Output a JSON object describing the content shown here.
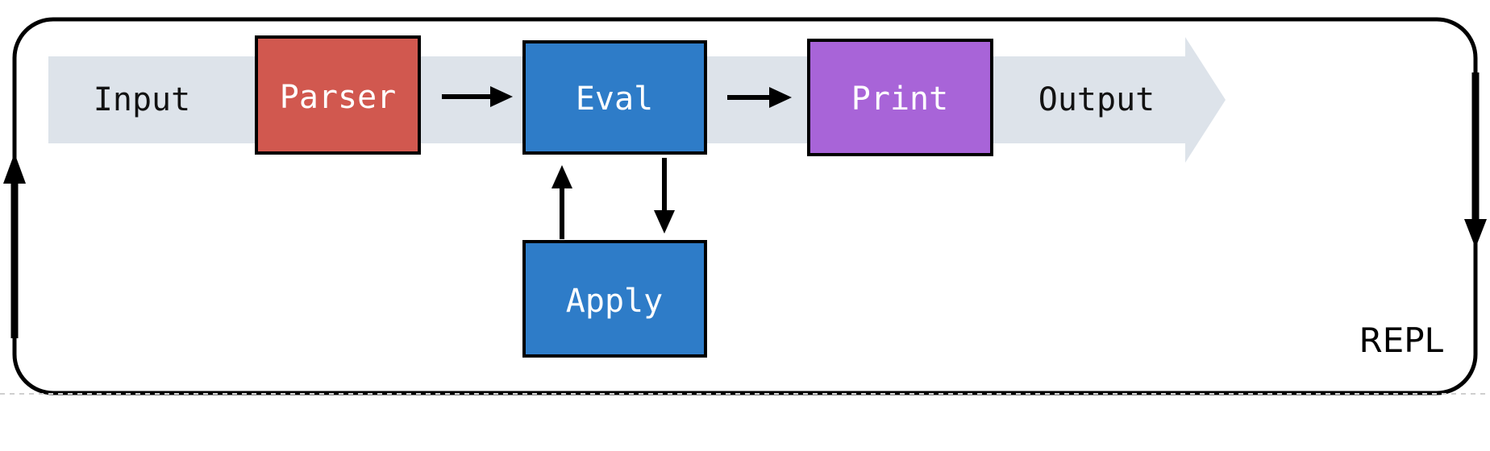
{
  "diagram": {
    "title": "REPL",
    "caption": "REPL",
    "colors": {
      "band": "#dde3ea",
      "parser": "#d1584f",
      "eval": "#2e7cc8",
      "print": "#a864d8",
      "apply": "#2e7cc8",
      "outline": "#000000",
      "box_text": "#ffffff",
      "stage_text": "#121212",
      "background": "#ffffff"
    },
    "pipeline_band": {
      "name": "pipeline-band",
      "shape": "right-pointing-arrow",
      "fill": "#dde3ea"
    },
    "stages": [
      {
        "id": "input",
        "label": "Input",
        "kind": "band-text",
        "text_color": "#121212"
      },
      {
        "id": "parser",
        "label": "Parser",
        "kind": "box",
        "fill": "#d1584f",
        "text_color": "#ffffff"
      },
      {
        "id": "eval",
        "label": "Eval",
        "kind": "box",
        "fill": "#2e7cc8",
        "text_color": "#ffffff"
      },
      {
        "id": "print",
        "label": "Print",
        "kind": "box",
        "fill": "#a864d8",
        "text_color": "#ffffff"
      },
      {
        "id": "output",
        "label": "Output",
        "kind": "band-text",
        "text_color": "#121212"
      },
      {
        "id": "apply",
        "label": "Apply",
        "kind": "box",
        "fill": "#2e7cc8",
        "text_color": "#ffffff"
      }
    ],
    "connectors": [
      {
        "id": "parser-to-eval",
        "from": "Parser",
        "to": "Eval",
        "direction": "right"
      },
      {
        "id": "eval-to-print",
        "from": "Eval",
        "to": "Print",
        "direction": "right"
      },
      {
        "id": "apply-to-eval",
        "from": "Apply",
        "to": "Eval",
        "direction": "up"
      },
      {
        "id": "eval-to-apply",
        "from": "Eval",
        "to": "Apply",
        "direction": "down"
      },
      {
        "id": "loop-right-down",
        "from": "Output",
        "to": "Loop",
        "direction": "down"
      },
      {
        "id": "loop-left-up",
        "from": "Loop",
        "to": "Input",
        "direction": "up"
      }
    ]
  }
}
